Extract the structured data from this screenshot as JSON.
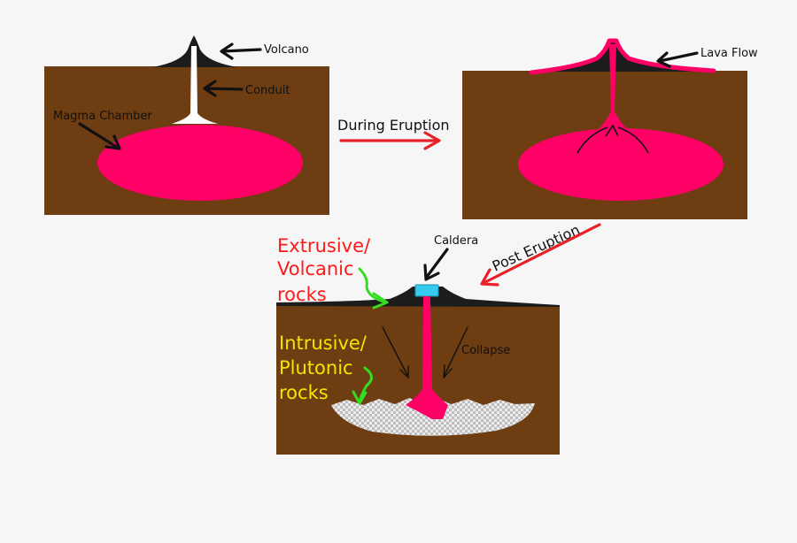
{
  "colors": {
    "background": "#f6f6f6",
    "ground": "#6e3d12",
    "magma": "#ff0066",
    "volcano": "#1c1c1c",
    "lava_outline": "#ff0066",
    "extrusive_text": "#ff1a1a",
    "intrusive_text": "#f2e600",
    "transition_arrow": "#e8202a",
    "pointer_arrow_black": "#111111",
    "pointer_arrow_green": "#33dd22",
    "caldera_fill": "#33ccee",
    "pluton_fill": "#cfcfcf"
  },
  "panels": {
    "before": {
      "volcano_label": "Volcano",
      "conduit_label": "Conduit",
      "chamber_label": "Magma Chamber"
    },
    "during": {
      "lava_flow_label": "Lava Flow"
    },
    "after": {
      "caldera_label": "Caldera",
      "collapse_label": "Collapse",
      "extrusive_line1": "Extrusive/",
      "extrusive_line2": "Volcanic",
      "extrusive_line3": "rocks",
      "intrusive_line1": "Intrusive/",
      "intrusive_line2": "Plutonic",
      "intrusive_line3": "rocks"
    }
  },
  "transitions": {
    "during_eruption": "During Eruption",
    "post_eruption": "Post Eruption"
  },
  "icons": [
    "arrow-icon"
  ]
}
